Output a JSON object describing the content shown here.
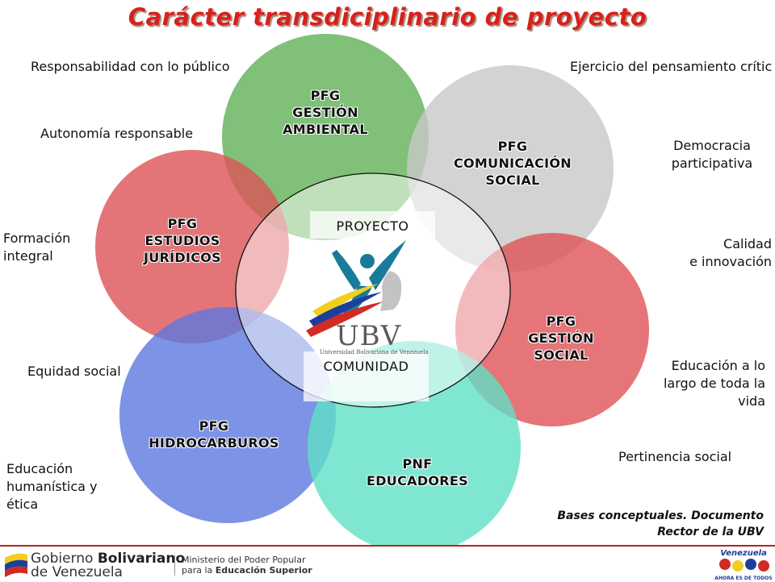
{
  "title": "Carácter transdiciplinario de proyecto",
  "side_labels": {
    "responsabilidad": "Responsabilidad con lo público",
    "autonomia": "Autonomía responsable",
    "formacion_1": "Formación",
    "formacion_2": "integral",
    "equidad": "Equidad social",
    "humanistica_1": "Educación",
    "humanistica_2": "humanística y",
    "humanistica_3": "ética",
    "pensamiento": "Ejercicio del pensamiento crític",
    "democracia_1": "Democracia",
    "democracia_2": "participativa",
    "calidad_1": "Calidad",
    "calidad_2": "e innovación",
    "educacion_vida_1": "Educación a lo",
    "educacion_vida_2": "largo de toda la",
    "educacion_vida_3": "vida",
    "pertinencia": "Pertinencia social"
  },
  "circles": {
    "gestion_ambiental": {
      "line1": "PFG",
      "line2": "GESTIÓN",
      "line3": "AMBIENTAL",
      "color": "#6ab561"
    },
    "comunicacion_social": {
      "line1": "PFG",
      "line2": "COMUNICACIÓN",
      "line3": "SOCIAL",
      "color": "#cfcfcf"
    },
    "estudios_juridicos": {
      "line1": "PFG",
      "line2": "ESTUDIOS",
      "line3": "JURÍDICOS",
      "color": "#de5a5e"
    },
    "gestion_social": {
      "line1": "PFG",
      "line2": "GESTIÓN",
      "line3": "SOCIAL",
      "color": "#e05a5e"
    },
    "hidrocarburos": {
      "line1": "PFG",
      "line2": "HIDROCARBUROS",
      "color": "#6f86e0"
    },
    "educadores": {
      "line1": "PNF",
      "line2": "EDUCADORES",
      "color": "#6ee0c8"
    }
  },
  "center": {
    "proyecto": "PROYECTO",
    "comunidad": "COMUNIDAD",
    "logo_text": "UBV",
    "logo_sub": "Universidad Bolivariana de Venezuela"
  },
  "source": {
    "line1": "Bases conceptuales. Documento",
    "line2": "Rector de la UBV"
  },
  "footer": {
    "gob_1": "Gobierno",
    "gob_bold": "Bolivariano",
    "gob_2": "de Venezuela",
    "min_1": "Ministerio del Poder Popular",
    "min_2": "para la",
    "min_bold": "Educación Superior",
    "vz_top": "Venezuela",
    "vz_bottom": "AHORA ES DE TODOS"
  },
  "colors": {
    "title": "#d8201c",
    "footer_line": "#b32420"
  }
}
